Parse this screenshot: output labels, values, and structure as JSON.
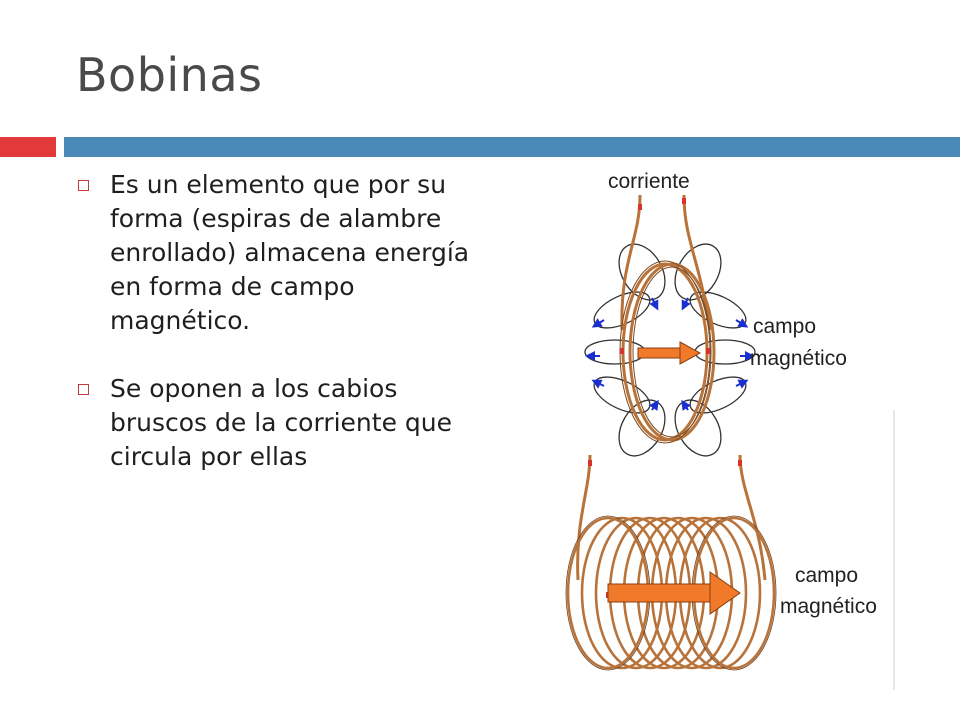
{
  "slide": {
    "title": "Bobinas",
    "bullets": [
      "Es un elemento que por su forma (espiras de alambre enrollado) almacena energía en forma de campo magnético.",
      "Se oponen a los cabios bruscos de la corriente que circula por ellas"
    ]
  },
  "diagram": {
    "label_current": "corriente",
    "label_field_top_1": "campo",
    "label_field_top_2": "magnético",
    "label_field_bottom_1": "campo",
    "label_field_bottom_2": "magnético"
  },
  "colors": {
    "accent_red": "#e23a3a",
    "accent_blue": "#4a88b8",
    "wire": "#b8733a",
    "arrow": "#f07a2a",
    "field_arrows": "#1a2fd0"
  }
}
